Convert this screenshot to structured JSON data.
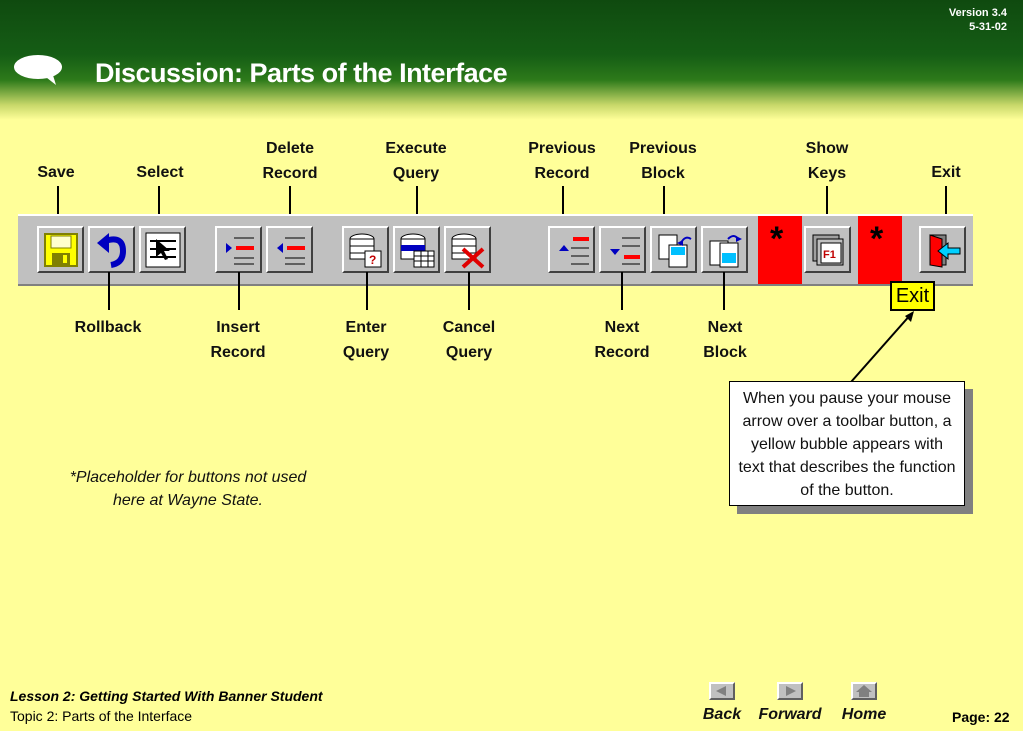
{
  "header": {
    "version": "Version 3.4",
    "date": "5-31-02",
    "title": "Discussion: Parts of the Interface"
  },
  "labels": {
    "save": [
      "Save"
    ],
    "select": [
      "Select"
    ],
    "delete_record": [
      "Delete",
      "Record"
    ],
    "execute_query": [
      "Execute",
      "Query"
    ],
    "previous_record": [
      "Previous",
      "Record"
    ],
    "previous_block": [
      "Previous",
      "Block"
    ],
    "show_keys": [
      "Show",
      "Keys"
    ],
    "exit": [
      "Exit"
    ],
    "rollback": [
      "Rollback"
    ],
    "insert_record": [
      "Insert",
      "Record"
    ],
    "enter_query": [
      "Enter",
      "Query"
    ],
    "cancel_query": [
      "Cancel",
      "Query"
    ],
    "next_record": [
      "Next",
      "Record"
    ],
    "next_block": [
      "Next",
      "Block"
    ]
  },
  "toolbar": {
    "placeholder_symbol": "*",
    "tooltip": "Exit",
    "colors": {
      "placeholder": "#ff0000",
      "tooltip_bg": "#ffff00",
      "bar": "#c0c0c0"
    },
    "icons": [
      "save-icon",
      "rollback-icon",
      "select-icon",
      "insert-record-icon",
      "delete-record-icon",
      "enter-query-icon",
      "execute-query-icon",
      "cancel-query-icon",
      "previous-record-icon",
      "next-record-icon",
      "previous-block-icon",
      "next-block-icon",
      "show-keys-icon",
      "exit-icon"
    ]
  },
  "callout": "When you pause your mouse arrow over a toolbar button, a yellow bubble appears with text that describes the function of the button.",
  "placeholder_note": "*Placeholder for buttons not used here at Wayne State.",
  "footer": {
    "lesson": "Lesson 2: Getting Started With Banner Student",
    "topic": "Topic 2: Parts of the Interface",
    "nav": {
      "back": "Back",
      "forward": "Forward",
      "home": "Home"
    },
    "page": "Page: 22"
  },
  "colors": {
    "background": "#ffff99",
    "header": "#155d15"
  }
}
